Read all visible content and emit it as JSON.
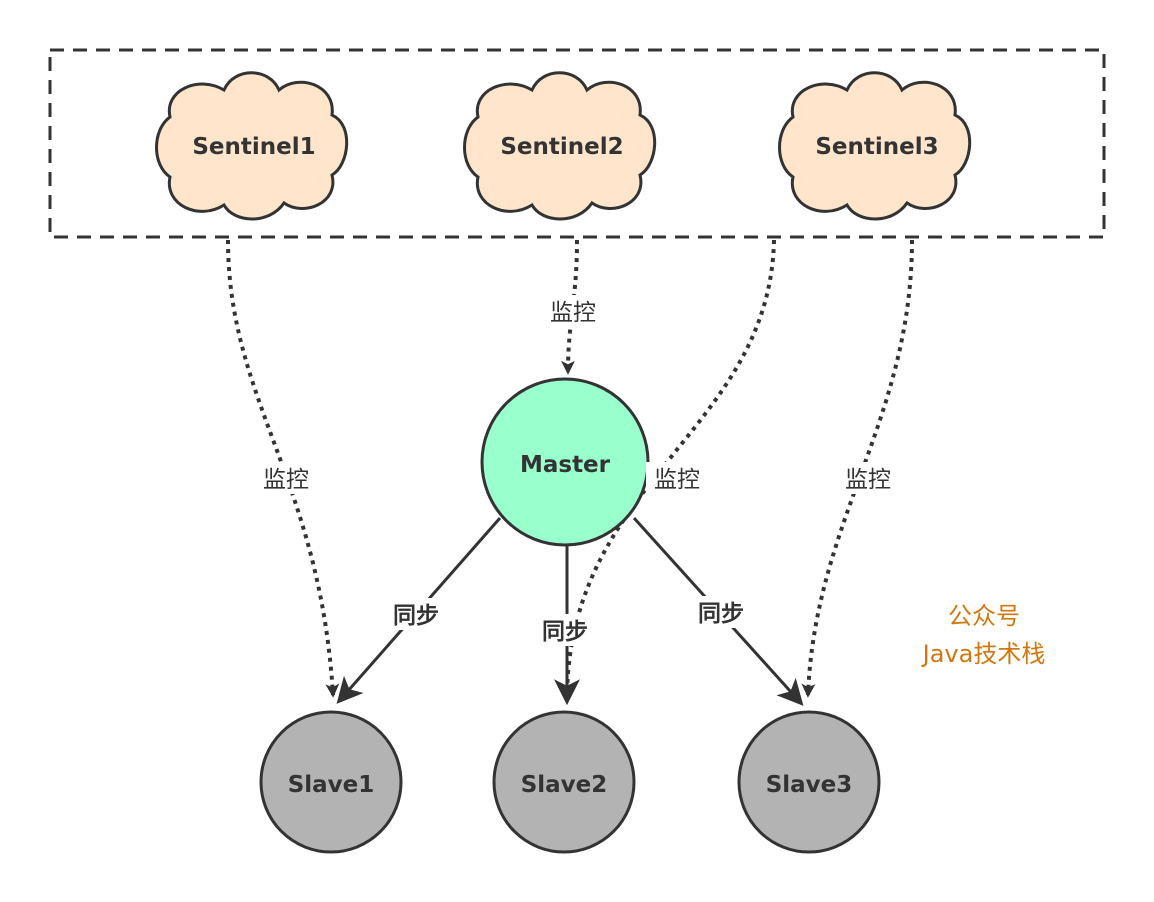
{
  "sentinels": [
    "Sentinel1",
    "Sentinel2",
    "Sentinel3"
  ],
  "master": "Master",
  "slaves": [
    "Slave1",
    "Slave2",
    "Slave3"
  ],
  "labels": {
    "monitor": "监控",
    "sync": "同步"
  },
  "watermark": {
    "line1": "公众号",
    "line2": "Java技术栈"
  },
  "colors": {
    "sentinel_fill": "#ffe5cc",
    "master_fill": "#99ffcc",
    "slave_fill": "#b3b3b3",
    "stroke": "#333333",
    "watermark": "#d0780f"
  }
}
